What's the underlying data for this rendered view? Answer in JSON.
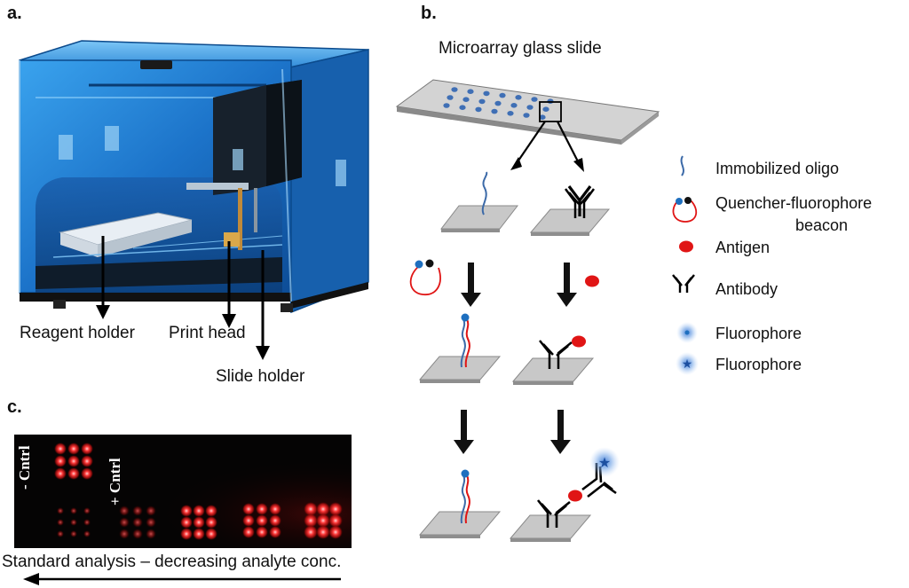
{
  "panels": {
    "a": "a.",
    "b": "b.",
    "c": "c."
  },
  "panel_a": {
    "labels": {
      "reagent_holder": "Reagent holder",
      "print_head": "Print head",
      "slide_holder": "Slide holder"
    }
  },
  "panel_b": {
    "title": "Microarray glass slide",
    "legend": [
      {
        "icon": "oligo-icon",
        "text": "Immobilized oligo"
      },
      {
        "icon": "beacon-icon",
        "text": "Quencher-fluorophore"
      },
      {
        "icon": "none",
        "text": "beacon"
      },
      {
        "icon": "antigen-icon",
        "text": "Antigen"
      },
      {
        "icon": "antibody-icon",
        "text": "Antibody"
      },
      {
        "icon": "fluorophore-dot-icon",
        "text": "Fluorophore"
      },
      {
        "icon": "fluorophore-star-icon",
        "text": "Fluorophore"
      }
    ],
    "colors": {
      "red": "#e01515",
      "blue": "#1e6fbf",
      "slide": "#c9c9c9",
      "dot": "#3f6fb5"
    }
  },
  "panel_c": {
    "neg_control": "- Cntrl",
    "pos_control": "+ Cntrl",
    "caption": "Standard analysis – decreasing analyte conc."
  }
}
